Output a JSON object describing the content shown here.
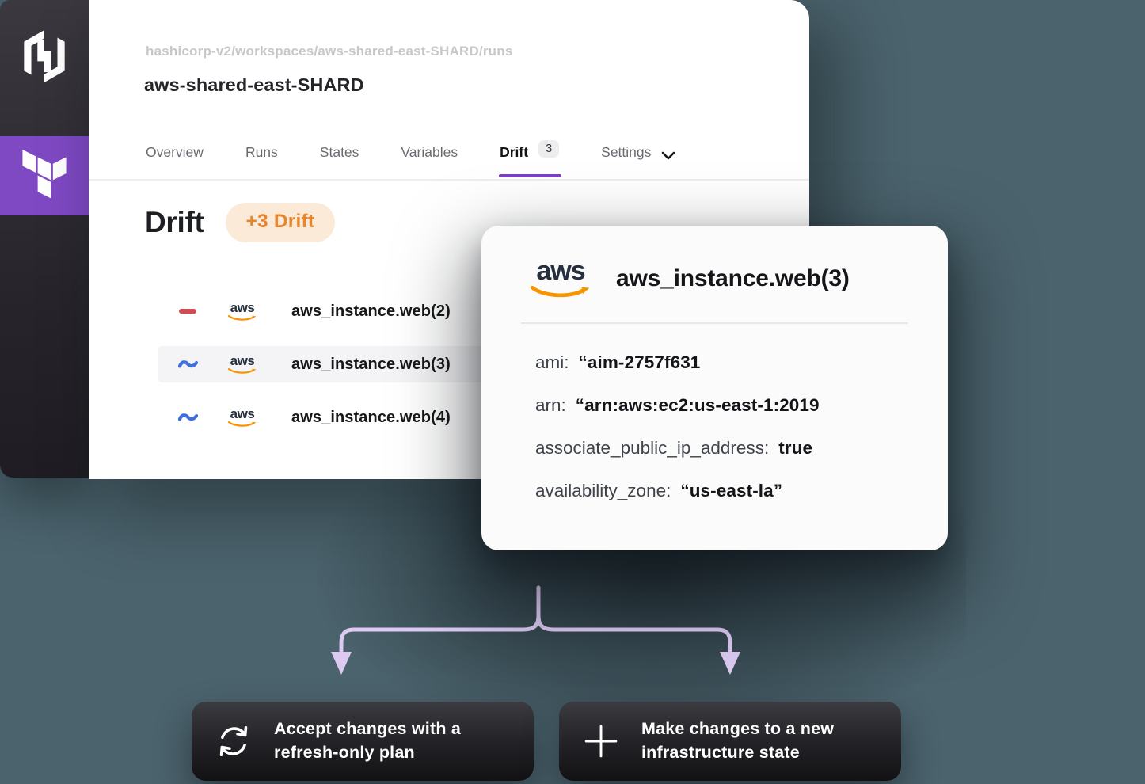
{
  "window": {
    "breadcrumb": "hashicorp-v2/workspaces/aws-shared-east-SHARD/runs",
    "title": "aws-shared-east-SHARD"
  },
  "sidebar": {
    "logos": [
      {
        "name": "hashicorp-logo"
      },
      {
        "name": "terraform-logo"
      }
    ]
  },
  "tabs": {
    "items": [
      {
        "label": "Overview"
      },
      {
        "label": "Runs"
      },
      {
        "label": "States"
      },
      {
        "label": "Variables"
      },
      {
        "label": "Drift",
        "badge": "3",
        "active": true
      },
      {
        "label": "Settings",
        "has_chevron": true
      }
    ]
  },
  "drift": {
    "heading": "Drift",
    "badge_label": "+3 Drift",
    "rows": [
      {
        "change": "removed",
        "icon": "minus-change-icon",
        "label": "aws_instance.web(2)",
        "highlighted": false
      },
      {
        "change": "updated",
        "icon": "tilde-change-icon",
        "label": "aws_instance.web(3)",
        "highlighted": true
      },
      {
        "change": "updated",
        "icon": "tilde-change-icon",
        "label": "aws_instance.web(4)",
        "highlighted": false
      }
    ]
  },
  "provider": {
    "label": "aws"
  },
  "detail": {
    "title": "aws_instance.web(3)",
    "attributes": [
      {
        "key": "ami:",
        "value": "“aim-2757f631"
      },
      {
        "key": "arn:",
        "value": "“arn:aws:ec2:us-east-1:2019"
      },
      {
        "key": "associate_public_ip_address:",
        "value": "true"
      },
      {
        "key": "availability_zone:",
        "value": "“us-east-la”"
      }
    ]
  },
  "actions": [
    {
      "icon": "refresh-icon",
      "label": "Accept changes with a refresh-only plan"
    },
    {
      "icon": "plus-icon",
      "label": "Make changes to a new infrastructure state"
    }
  ],
  "colors": {
    "background": "#4b636d",
    "accent_purple": "#7c42bc",
    "terraform_purple": "#7f49c4",
    "drift_badge_bg": "#fcead9",
    "drift_badge_text": "#e8862e",
    "removed_red": "#d34a52",
    "changed_blue": "#3e6fe0",
    "aws_orange": "#f79400",
    "arrow_lavender": "#dccaf1"
  }
}
